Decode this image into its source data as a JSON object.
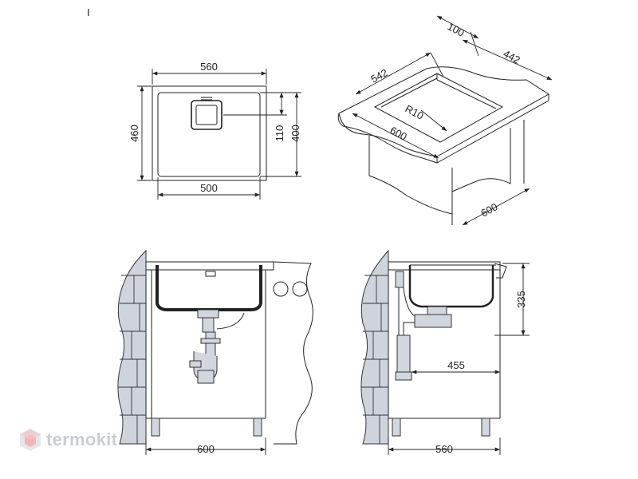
{
  "top_view": {
    "width_outer": "560",
    "width_inner": "500",
    "depth_outer": "460",
    "depth_inner": "400",
    "drain_offset": "110"
  },
  "iso_view": {
    "dim_100": "100",
    "dim_442": "442",
    "dim_542": "542",
    "radius": "R10",
    "dim_600_front": "600",
    "dim_600_side": "600"
  },
  "front_view": {
    "cabinet_width": "600"
  },
  "side_view": {
    "bowl_height": "335",
    "drain_distance": "455",
    "cabinet_depth": "560"
  },
  "marker": "I",
  "watermark": {
    "text": "termokit",
    "colors": {
      "dark": "#c9cdd3",
      "light": "#e3e6ea"
    }
  }
}
